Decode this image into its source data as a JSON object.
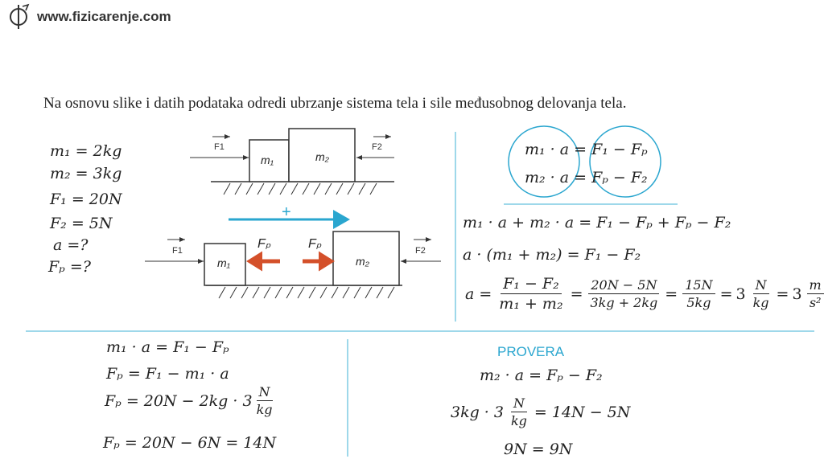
{
  "header": {
    "site": "www.fizicarenje.com"
  },
  "task": "Na osnovu slike i datih podataka odredi ubrzanje sistema tela i sile međusobnog delovanja tela.",
  "given": {
    "m1": "m₁ = 2kg",
    "m2": "m₂ = 3kg",
    "F1": "F₁ = 20N",
    "F2": "F₂ = 5N",
    "a": "a =?",
    "Fp": "Fₚ =?"
  },
  "diagram": {
    "top": {
      "F1": "F1",
      "F2": "F2",
      "m1": "m₁",
      "m2": "m₂"
    },
    "plus": "+",
    "bottom": {
      "F1": "F1",
      "F2": "F2",
      "m1": "m₁",
      "m2": "m₂",
      "Fp_left": "Fₚ",
      "Fp_right": "Fₚ"
    }
  },
  "colors": {
    "accent": "#2aa6cf",
    "force": "#d4502a",
    "divider": "#7fcbe3"
  },
  "right_solution": {
    "eq1": "m₁ · a = F₁ − Fₚ",
    "eq2": "m₂ · a = Fₚ − F₂",
    "sum": "m₁ · a + m₂ · a = F₁ − Fₚ + Fₚ − F₂",
    "factor": "a · (m₁ + m₂) = F₁ − F₂",
    "a_lhs": "a =",
    "frac1_num": "F₁ − F₂",
    "frac1_den": "m₁ + m₂",
    "frac2_num": "20N − 5N",
    "frac2_den": "3kg + 2kg",
    "frac3_num": "15N",
    "frac3_den": "5kg",
    "three": "3",
    "frac4_num": "N",
    "frac4_den": "kg",
    "frac5_num": "m",
    "frac5_den": "s²"
  },
  "bottom_left": {
    "l1": "m₁ · a = F₁ − Fₚ",
    "l2": "Fₚ = F₁ − m₁ · a",
    "l3_pre": "Fₚ = 20N − 2kg · 3",
    "l3_num": "N",
    "l3_den": "kg",
    "l4": "Fₚ = 20N − 6N = 14N"
  },
  "check": {
    "title": "PROVERA",
    "l1": "m₂ · a = Fₚ − F₂",
    "l2_pre": "3kg · 3",
    "l2_num": "N",
    "l2_den": "kg",
    "l2_post": "= 14N − 5N",
    "l3": "9N = 9N"
  }
}
